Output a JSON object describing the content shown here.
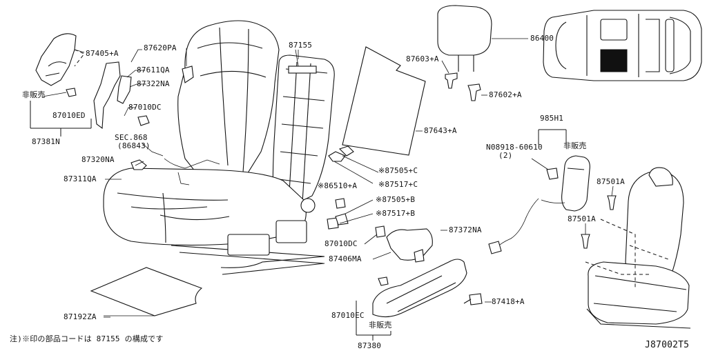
{
  "labels": {
    "p87405A": "87405+A",
    "p87620PA": "87620PA",
    "p87155": "87155",
    "p86400": "86400",
    "p87603A": "87603+A",
    "p87611QA": "87611QA",
    "p87322NA": "87322NA",
    "p87602A": "87602+A",
    "hanbai1": "非販売",
    "p87010DC_a": "87010DC",
    "p87010ED": "87010ED",
    "p87643A": "87643+A",
    "p985H1": "985H1",
    "p87381N": "87381N",
    "sec868": "SEC.868",
    "sec868b": "(86843)",
    "n08918": "N08918-60610",
    "n08918q": "(2)",
    "hanbai2": "非販売",
    "p87320NA": "87320NA",
    "p87505C": "※87505+C",
    "p87311QA": "87311QA",
    "p86510A": "※86510+A",
    "p87517C": "※87517+C",
    "p87501A_a": "87501A",
    "p87505B": "※87505+B",
    "p87517B": "※87517+B",
    "p87501A_b": "87501A",
    "p87372NA": "87372NA",
    "p87010DC_b": "87010DC",
    "p87406MA": "87406MA",
    "p87418A": "87418+A",
    "p87192ZA": "87192ZA",
    "p87010EC": "87010EC",
    "hanbai3": "非販売",
    "p87380": "87380",
    "note": "注)※印の部品コードは 87155 の構成です",
    "code": "J87002T5"
  }
}
